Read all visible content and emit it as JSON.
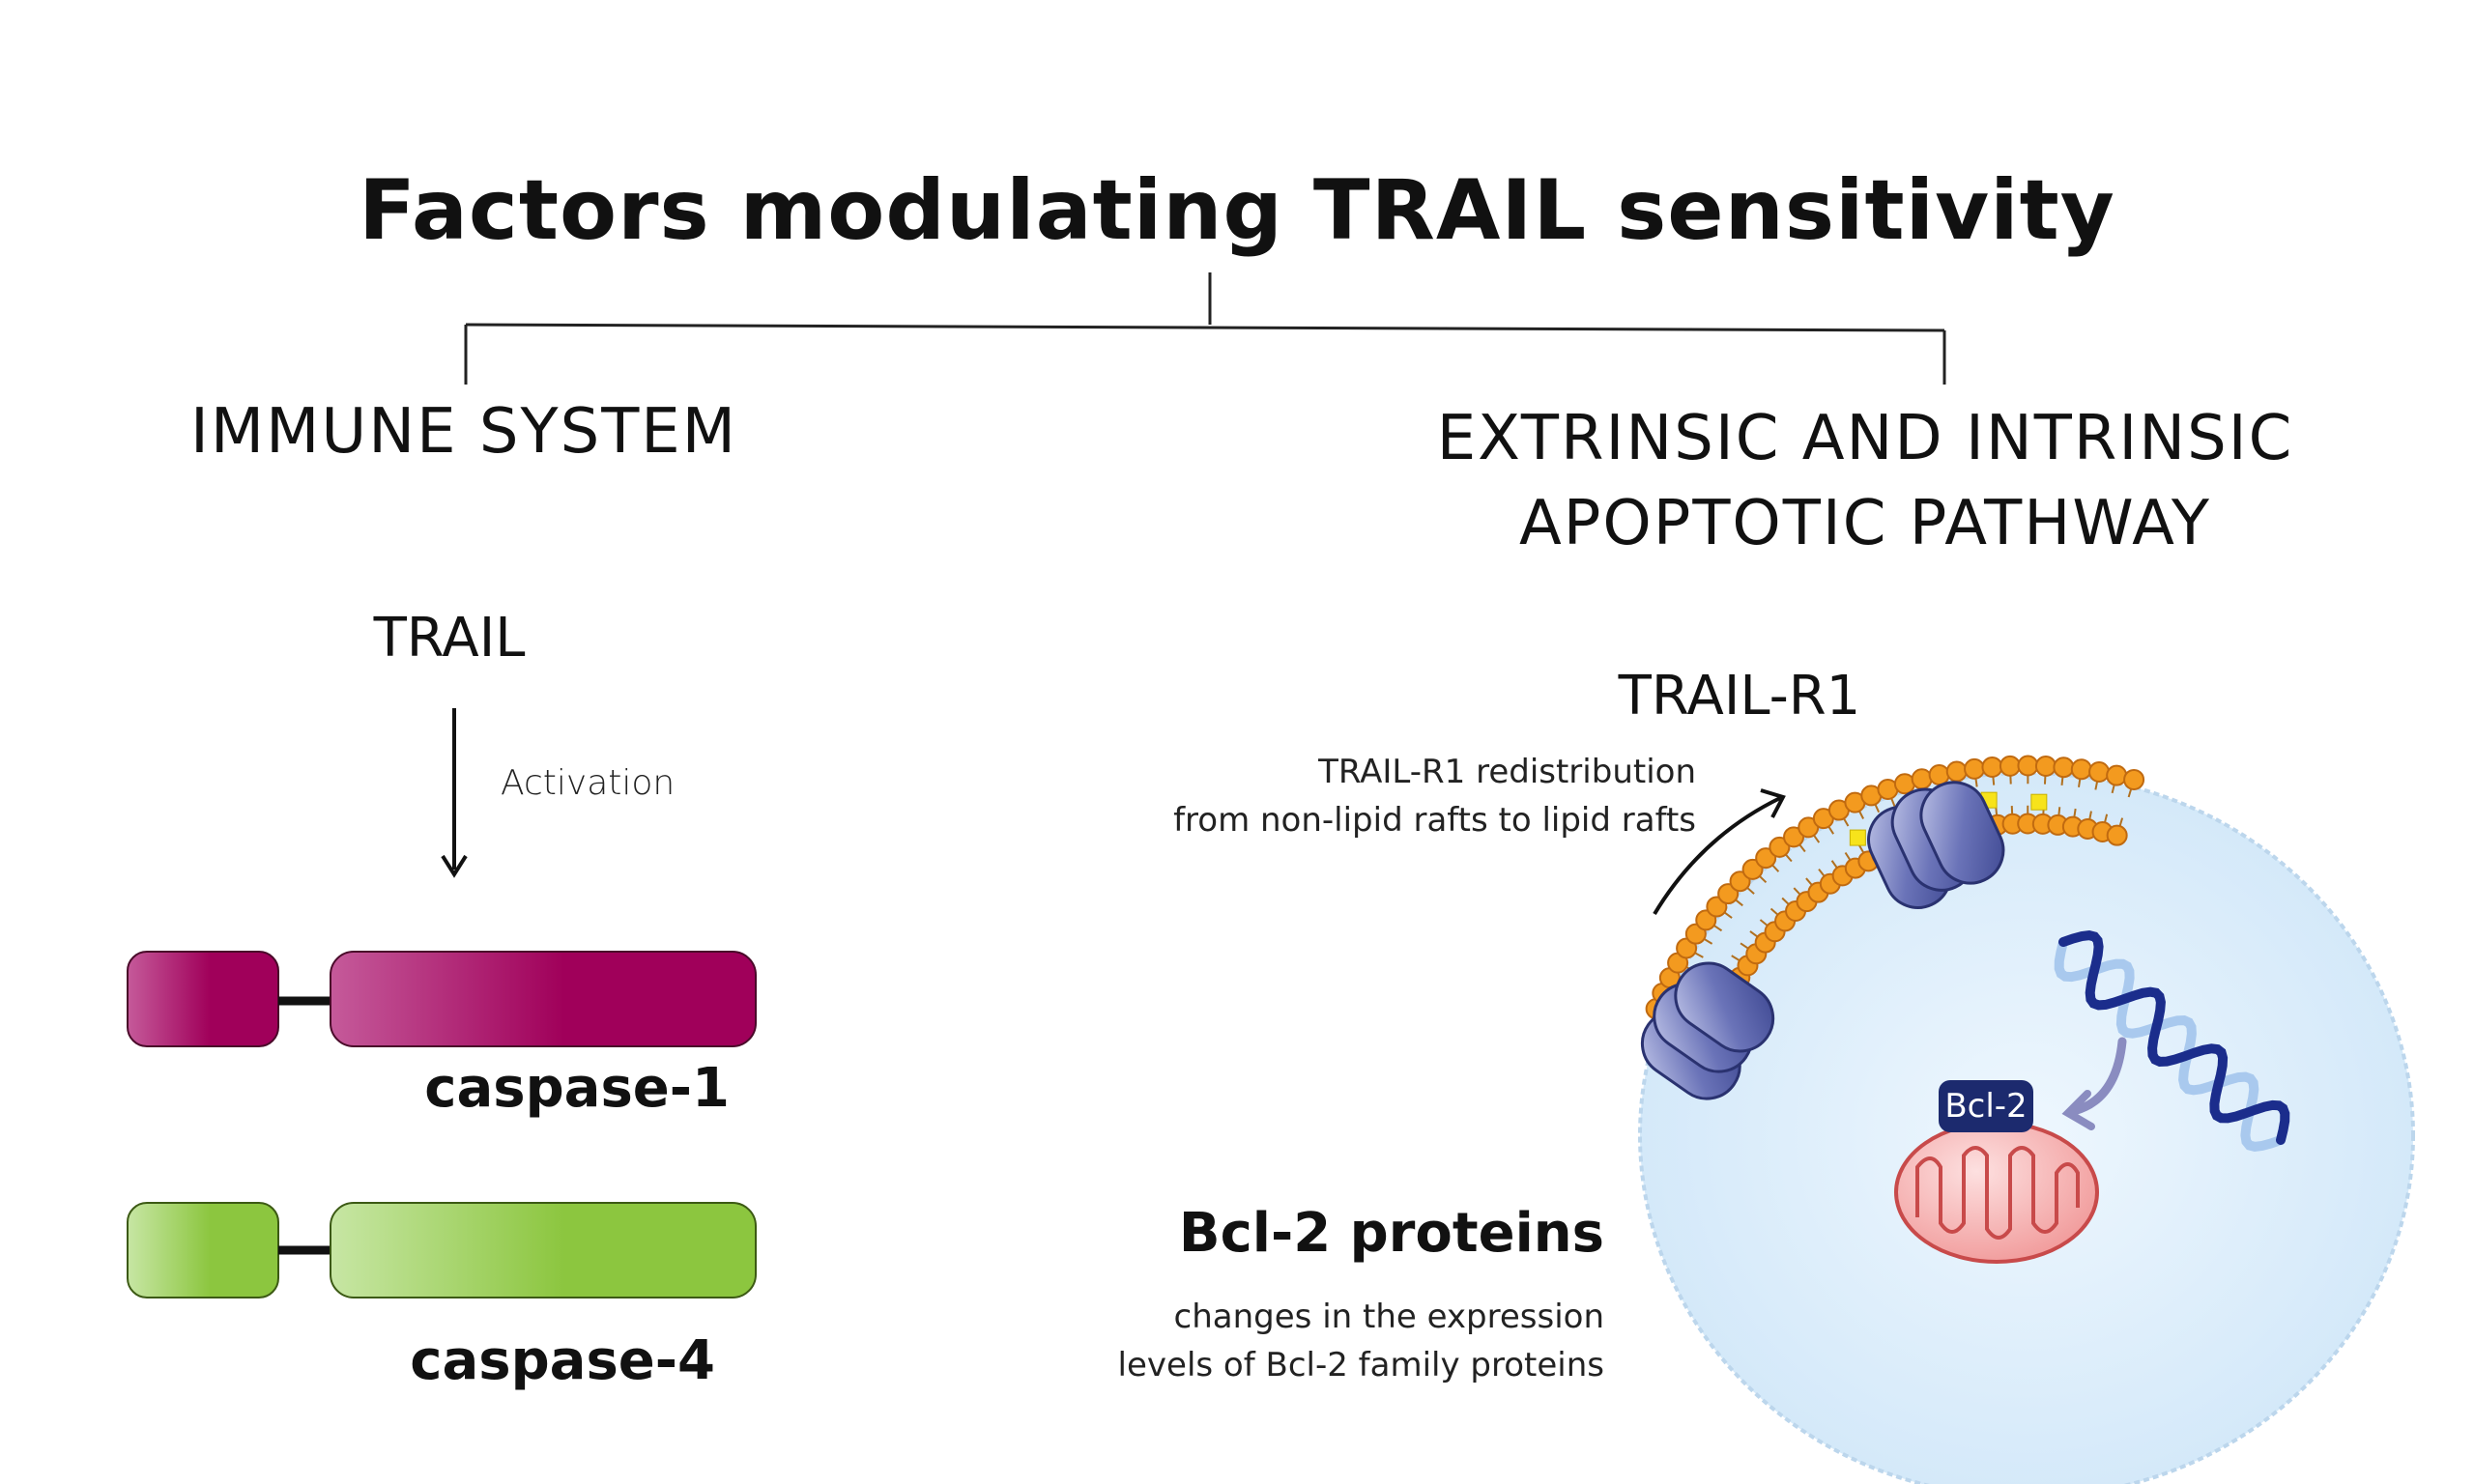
{
  "title": "Factors modulating TRAIL sensitivity",
  "left": {
    "heading": "IMMUNE SYSTEM",
    "trail": "TRAIL",
    "activation": "Activation",
    "caspase1": "caspase-1",
    "caspase4": "caspase-4"
  },
  "right": {
    "heading_line1": "EXTRINSIC AND INTRINSIC",
    "heading_line2": "APOPTOTIC PATHWAY",
    "trailr1": "TRAIL-R1",
    "trailr1_desc_line1": "TRAIL-R1 redistribution",
    "trailr1_desc_line2": "from non-lipid rafts to lipid rafts",
    "bcl2_title": "Bcl-2 proteins",
    "bcl2_desc_line1": "changes in the expression",
    "bcl2_desc_line2": "levels of Bcl-2 family proteins",
    "bcl2_tag": "Bcl-2"
  },
  "colors": {
    "caspase1": "#a0005a",
    "caspase4": "#8cc63f",
    "cell": "#dceefb",
    "membrane_head": "#f39a1f",
    "receptor": "#5a64a8",
    "dna": "#1b2d8c",
    "mitochondria": "#f4a7a7"
  }
}
